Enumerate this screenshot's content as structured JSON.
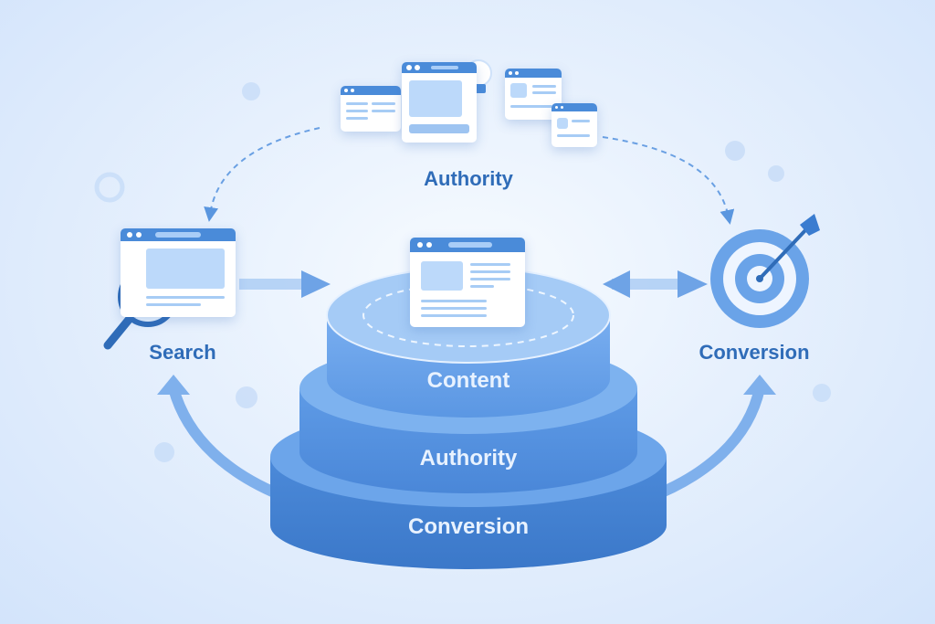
{
  "diagram": {
    "title_top": "Authority",
    "left_node": {
      "label": "Search",
      "icon": "magnifier-icon"
    },
    "right_node": {
      "label": "Conversion",
      "icon": "target-icon"
    },
    "tiers": [
      {
        "label": "Content",
        "level": "top"
      },
      {
        "label": "Authority",
        "level": "middle"
      },
      {
        "label": "Conversion",
        "level": "bottom"
      }
    ],
    "flows": [
      "Authority -> Search (dashed arc)",
      "Authority -> Conversion (dashed arc)",
      "Search -> Content stack",
      "Content stack <-> Conversion",
      "Stack base -> Search (curved arrow)",
      "Stack base -> Conversion (curved arrow)"
    ],
    "colors": {
      "primary": "#4a8bd9",
      "dark_blue": "#2f6cb8",
      "light_blue": "#bcd9fa",
      "background": "#e6f0fd",
      "tier_text": "#e8f2ff"
    }
  }
}
